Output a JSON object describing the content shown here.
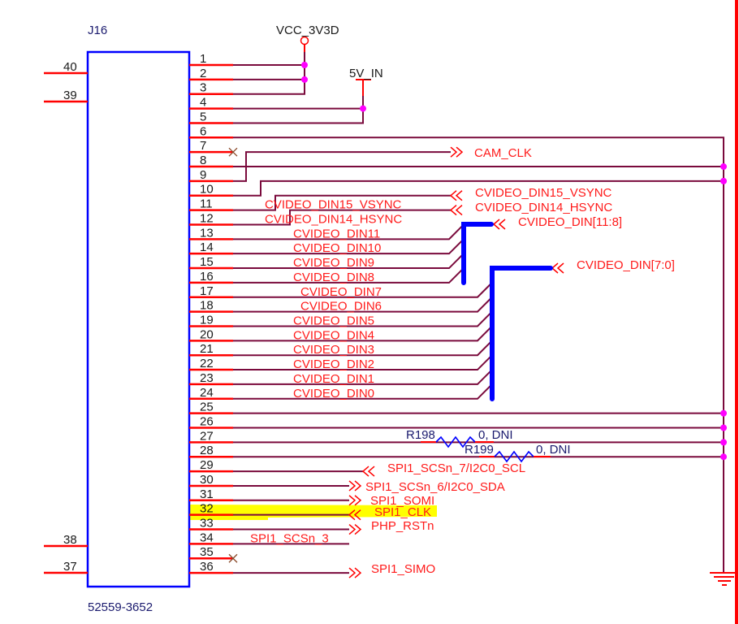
{
  "component": {
    "refdes": "J16",
    "part_number": "52559-3652"
  },
  "power": {
    "vcc": "VCC_3V3D",
    "v5": "5V_IN"
  },
  "left_pins": [
    {
      "num": "40"
    },
    {
      "num": "39"
    },
    {
      "num": "38"
    },
    {
      "num": "37"
    }
  ],
  "right_pins": [
    {
      "num": "1",
      "net": "VCC_3V3D"
    },
    {
      "num": "2",
      "net": "VCC_3V3D"
    },
    {
      "num": "3",
      "net": "VCC_3V3D"
    },
    {
      "num": "4",
      "net": "5V_IN"
    },
    {
      "num": "5",
      "net": "5V_IN"
    },
    {
      "num": "6",
      "net": "GND"
    },
    {
      "num": "7",
      "net": "NC"
    },
    {
      "num": "8",
      "net": "GND"
    },
    {
      "num": "9",
      "net": "CAM_CLK"
    },
    {
      "num": "10",
      "net": "GND"
    },
    {
      "num": "11",
      "net": "CVIDEO_DIN15_VSYNC"
    },
    {
      "num": "12",
      "net": "CVIDEO_DIN14_HSYNC"
    },
    {
      "num": "13",
      "net": "CVIDEO_DIN11"
    },
    {
      "num": "14",
      "net": "CVIDEO_DIN10"
    },
    {
      "num": "15",
      "net": "CVIDEO_DIN9"
    },
    {
      "num": "16",
      "net": "CVIDEO_DIN8"
    },
    {
      "num": "17",
      "net": "CVIDEO_DIN7"
    },
    {
      "num": "18",
      "net": "CVIDEO_DIN6"
    },
    {
      "num": "19",
      "net": "CVIDEO_DIN5"
    },
    {
      "num": "20",
      "net": "CVIDEO_DIN4"
    },
    {
      "num": "21",
      "net": "CVIDEO_DIN3"
    },
    {
      "num": "22",
      "net": "CVIDEO_DIN2"
    },
    {
      "num": "23",
      "net": "CVIDEO_DIN1"
    },
    {
      "num": "24",
      "net": "CVIDEO_DIN0"
    },
    {
      "num": "25",
      "net": "GND"
    },
    {
      "num": "26",
      "net": "GND"
    },
    {
      "num": "27",
      "net": "GND"
    },
    {
      "num": "28",
      "net": "GND"
    },
    {
      "num": "29",
      "net": "SPI1_SCSn_7/I2C0_SCL"
    },
    {
      "num": "30",
      "net": "SPI1_SCSn_6/I2C0_SDA"
    },
    {
      "num": "31",
      "net": "SPI1_SOMI"
    },
    {
      "num": "32",
      "net": "SPI1_CLK"
    },
    {
      "num": "33",
      "net": "PHP_RSTn"
    },
    {
      "num": "34",
      "net": "SPI1_SCSn_3"
    },
    {
      "num": "35",
      "net": "NC"
    },
    {
      "num": "36",
      "net": "SPI1_SIMO"
    }
  ],
  "wire_labels": {
    "vsync": "CVIDEO_DIN15_VSYNC",
    "hsync": "CVIDEO_DIN14_HSYNC",
    "din": [
      "CVIDEO_DIN11",
      "CVIDEO_DIN10",
      "CVIDEO_DIN9",
      "CVIDEO_DIN8",
      "CVIDEO_DIN7",
      "CVIDEO_DIN6",
      "CVIDEO_DIN5",
      "CVIDEO_DIN4",
      "CVIDEO_DIN3",
      "CVIDEO_DIN2",
      "CVIDEO_DIN1",
      "CVIDEO_DIN0"
    ],
    "scsn3": "SPI1_SCSn_3"
  },
  "ports": {
    "cam_clk": "CAM_CLK",
    "vsync": "CVIDEO_DIN15_VSYNC",
    "hsync": "CVIDEO_DIN14_HSYNC",
    "bus_hi": "CVIDEO_DIN[11:8]",
    "bus_lo": "CVIDEO_DIN[7:0]",
    "scl": "SPI1_SCSn_7/I2C0_SCL",
    "sda": "SPI1_SCSn_6/I2C0_SDA",
    "somi": "SPI1_SOMI",
    "clk": "SPI1_CLK",
    "rst": "PHP_RSTn",
    "simo": "SPI1_SIMO"
  },
  "resistors": [
    {
      "ref": "R198",
      "value": "0, DNI"
    },
    {
      "ref": "R199",
      "value": "0, DNI"
    }
  ],
  "highlight": {
    "pin": "32",
    "color": "#ffff00"
  }
}
